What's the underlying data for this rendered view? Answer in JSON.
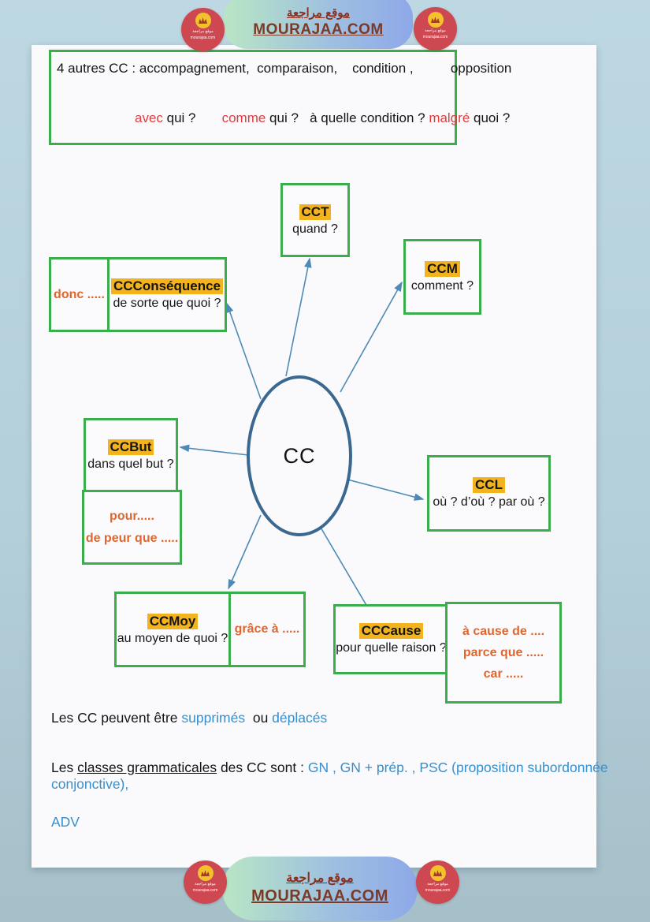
{
  "colors": {
    "green_border": "#3aae4b",
    "yellow_highlight": "#f2b31f",
    "orange_text": "#e0662e",
    "red_text": "#e23b3b",
    "blue_text": "#368fcd",
    "arrow_blue": "#4d8ab5",
    "circle_border": "#3a6890",
    "banner_brown": "#7b3a28",
    "logo_red": "#cd4850"
  },
  "header": {
    "site_arabic": "موقع مراجعة",
    "site_name": "MOURAJAA.COM"
  },
  "footer": {
    "site_arabic": "موقع مراجعة",
    "site_name": "MOURAJAA.COM"
  },
  "logo": {
    "arabic": "موقع مراجعة",
    "site": "mourajaa.com"
  },
  "top_box": {
    "line1": "4 autres CC : accompagnement,  comparaison,    condition ,          opposition",
    "line2": [
      {
        "text": "avec"
      },
      {
        "text": " qui ?       "
      },
      {
        "text": "comme"
      },
      {
        "text": " qui ?   "
      },
      {
        "text": "à quelle condition ? "
      },
      {
        "text": "malgré"
      },
      {
        "text": " quoi ?"
      }
    ]
  },
  "diagram": {
    "center_label": "CC",
    "nodes": {
      "cct": {
        "title": "CCT",
        "question": "quand ?"
      },
      "ccm": {
        "title": "CCM",
        "question": "comment ?"
      },
      "ccconsequence": {
        "title": "CCConséquence",
        "question": "de sorte que quoi ?",
        "example": "donc ....."
      },
      "ccbut": {
        "title": "CCBut",
        "question": "dans quel but ?",
        "examples": [
          "pour.....",
          "de peur que ....."
        ]
      },
      "ccl": {
        "title": "CCL",
        "question": "où ? d’où ? par où ?"
      },
      "ccmoy": {
        "title": "CCMoy",
        "question": "au moyen de quoi ?",
        "example": "grâce à ....."
      },
      "cccause": {
        "title": "CCCause",
        "question": "pour quelle raison ?",
        "examples": [
          "à cause de ....",
          "parce que .....",
          "car ....."
        ]
      }
    }
  },
  "notes": {
    "line1": [
      {
        "text": "Les CC peuvent être "
      },
      {
        "text": "supprimés"
      },
      {
        "text": "  ou "
      },
      {
        "text": "déplacés"
      }
    ],
    "line2": [
      {
        "text": "Les "
      },
      {
        "text": "classes grammaticales"
      },
      {
        "text": " des CC sont"
      },
      {
        "text": " : "
      },
      {
        "text": "GN , GN + prép. , PSC (proposition subordonnée conjonctive),"
      }
    ],
    "line3": "ADV"
  }
}
